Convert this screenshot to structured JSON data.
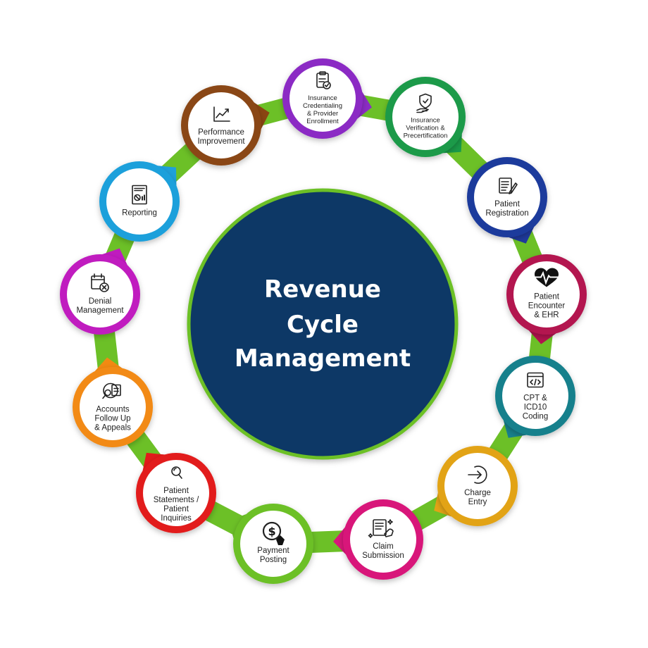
{
  "title": {
    "lines": [
      "Revenue",
      "Cycle",
      "Management"
    ]
  },
  "colors": {
    "ring": "#6cc027",
    "center_fill": "#0f3866",
    "center_border": "#6cc027"
  },
  "stages": [
    {
      "id": "insurance-credentialing",
      "lines": [
        "Insurance",
        "Credentialing",
        "& Provider",
        "Enrollment"
      ],
      "color": "#8b2cc4",
      "icon": "clipboard-check-icon",
      "small": true
    },
    {
      "id": "insurance-verification",
      "lines": [
        "Insurance",
        "Verification &",
        "Precertification"
      ],
      "color": "#1a9a49",
      "icon": "shield-hand-icon",
      "small": true
    },
    {
      "id": "patient-registration",
      "lines": [
        "Patient",
        "Registration"
      ],
      "color": "#1f3a9c",
      "icon": "form-pen-icon",
      "small": false
    },
    {
      "id": "patient-encounter",
      "lines": [
        "Patient",
        "Encounter",
        "& EHR"
      ],
      "color": "#b3124f",
      "icon": "heartbeat-icon",
      "small": false
    },
    {
      "id": "cpt-coding",
      "lines": [
        "CPT &",
        "ICD10",
        "Coding"
      ],
      "color": "#17808c",
      "icon": "code-window-icon",
      "small": false
    },
    {
      "id": "charge-entry",
      "lines": [
        "Charge",
        "Entry"
      ],
      "color": "#e2a316",
      "icon": "enter-arrow-icon",
      "small": false
    },
    {
      "id": "claim-submission",
      "lines": [
        "Claim",
        "Submission"
      ],
      "color": "#d8177a",
      "icon": "claim-form-icon",
      "small": false
    },
    {
      "id": "payment-posting",
      "lines": [
        "Payment",
        "Posting"
      ],
      "color": "#6cc027",
      "icon": "dollar-coin-icon",
      "small": false
    },
    {
      "id": "patient-statements",
      "lines": [
        "Patient",
        "Statements /",
        "Patient",
        "Inquiries"
      ],
      "color": "#e21b1b",
      "icon": "magnifier-icon",
      "small": false
    },
    {
      "id": "accounts-follow-up",
      "lines": [
        "Accounts",
        "Follow Up",
        "& Appeals"
      ],
      "color": "#f28a12",
      "icon": "search-document-icon",
      "small": false
    },
    {
      "id": "denial-management",
      "lines": [
        "Denial",
        "Management"
      ],
      "color": "#c01bbf",
      "icon": "calendar-x-icon",
      "small": false
    },
    {
      "id": "reporting",
      "lines": [
        "Reporting"
      ],
      "color": "#1fa0db",
      "icon": "report-chart-icon",
      "small": false
    },
    {
      "id": "performance-improvement",
      "lines": [
        "Performance",
        "Improvement"
      ],
      "color": "#8a4612",
      "icon": "trend-up-icon",
      "small": false
    }
  ]
}
